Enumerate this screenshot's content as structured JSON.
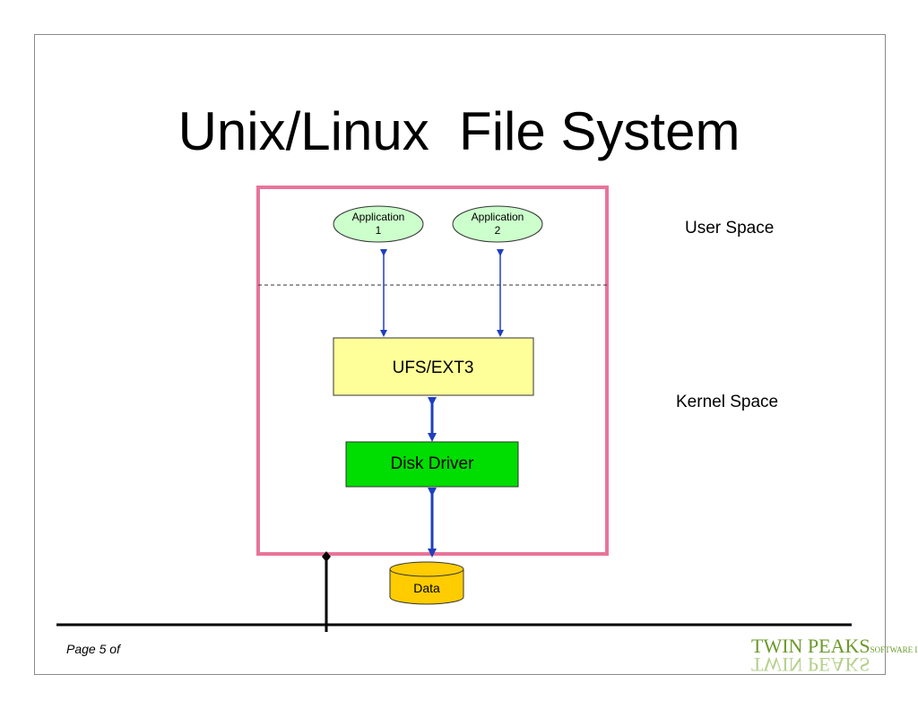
{
  "slide": {
    "title": "Unix/Linux  File System",
    "user_space_label": "User Space",
    "kernel_space_label": "Kernel Space",
    "page_label": "Page 5 of"
  },
  "diagram": {
    "app1_line1": "Application",
    "app1_line2": "1",
    "app2_line1": "Application",
    "app2_line2": "2",
    "filesystem_label": "UFS/EXT3",
    "disk_driver_label": "Disk Driver",
    "data_label": "Data"
  },
  "logo": {
    "name": "TWIN PEAKS",
    "suffix": "SOFTWARE INC."
  },
  "colors": {
    "frame": "#e8749a",
    "arrow": "#1f3fbf",
    "app_fill": "#ccffcc",
    "filesystem_fill": "#ffff99",
    "driver_fill": "#00dd00",
    "data_fill": "#ffcc00"
  }
}
